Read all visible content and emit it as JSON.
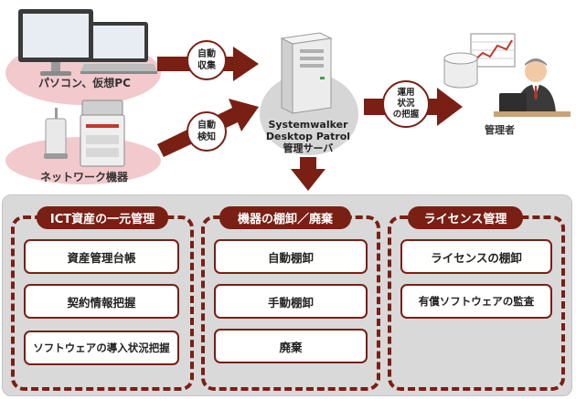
{
  "left": {
    "pc_label": "パソコン、仮想PC",
    "network_label": "ネットワーク機器"
  },
  "flows": {
    "collect_line1": "自動",
    "collect_line2": "収集",
    "detect_line1": "自動",
    "detect_line2": "検知",
    "grasp_line1": "運用",
    "grasp_line2": "状況",
    "grasp_line3": "の把握"
  },
  "server": {
    "line1": "Systemwalker",
    "line2": "Desktop Patrol",
    "line3": "管理サーバ"
  },
  "admin": {
    "label": "管理者"
  },
  "groups": [
    {
      "title": "ICT資産の一元管理",
      "items": [
        "資産管理台帳",
        "契約情報把握",
        "ソフトウェアの導入状況把握"
      ]
    },
    {
      "title": "機器の棚卸／廃棄",
      "items": [
        "自動棚卸",
        "手動棚卸",
        "廃棄"
      ]
    },
    {
      "title": "ライセンス管理",
      "items": [
        "ライセンスの棚卸",
        "有償ソフトウェアの監査"
      ]
    }
  ],
  "colors": {
    "accent": "#7a1f14",
    "ellipse": "#f2c9cd",
    "panel": "#d9d9d9"
  }
}
